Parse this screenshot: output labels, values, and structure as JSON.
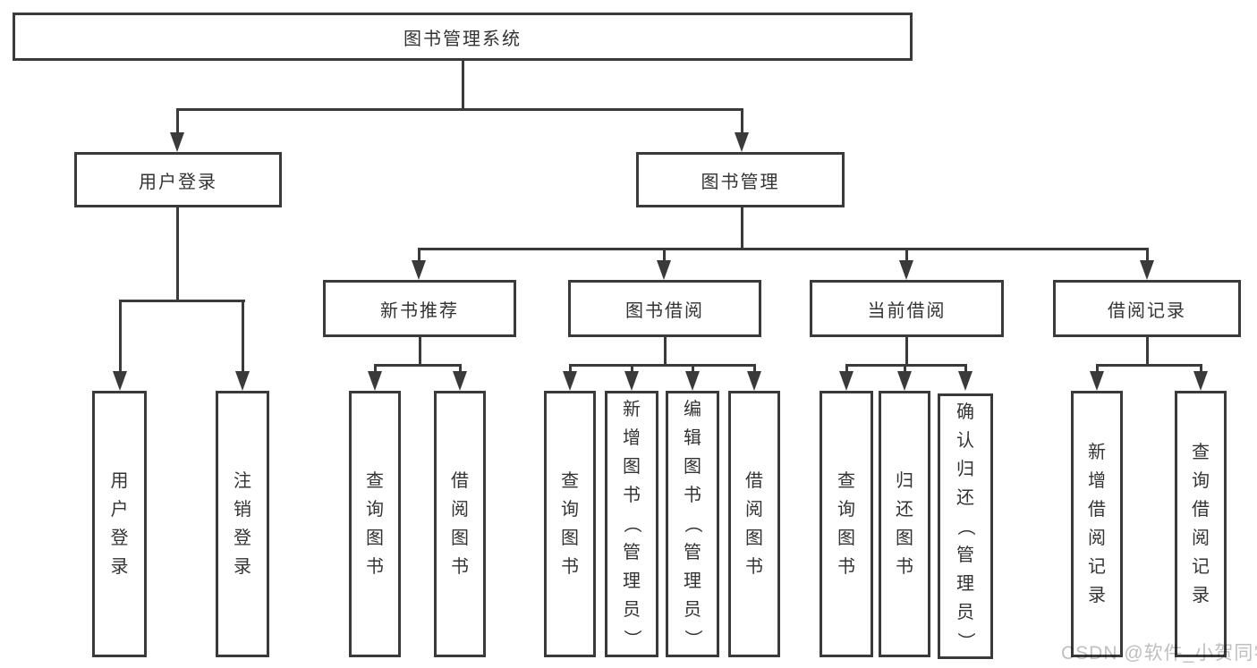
{
  "root": {
    "label": "图书管理系统"
  },
  "level2": {
    "user_login": {
      "label": "用户登录"
    },
    "book_mgmt": {
      "label": "图书管理"
    }
  },
  "level3": {
    "new_book": {
      "label": "新书推荐"
    },
    "borrow": {
      "label": "图书借阅"
    },
    "current": {
      "label": "当前借阅"
    },
    "records": {
      "label": "借阅记录"
    }
  },
  "leaves": {
    "user_login": [
      "用户登录",
      "注销登录"
    ],
    "new_book": [
      "查询图书",
      "借阅图书"
    ],
    "borrow": [
      "查询图书",
      "新增图书（管理员）",
      "编辑图书（管理员）",
      "借阅图书"
    ],
    "current": [
      "查询图书",
      "归还图书",
      "确认归还（管理员）"
    ],
    "records": [
      "新增借阅记录",
      "查询借阅记录"
    ]
  },
  "watermark": {
    "text": "CSDN @软件_小贺同学"
  },
  "colors": {
    "line": "#3a3a3a",
    "text": "#333333",
    "watermark": "#bfbfbf",
    "background": "#ffffff"
  }
}
